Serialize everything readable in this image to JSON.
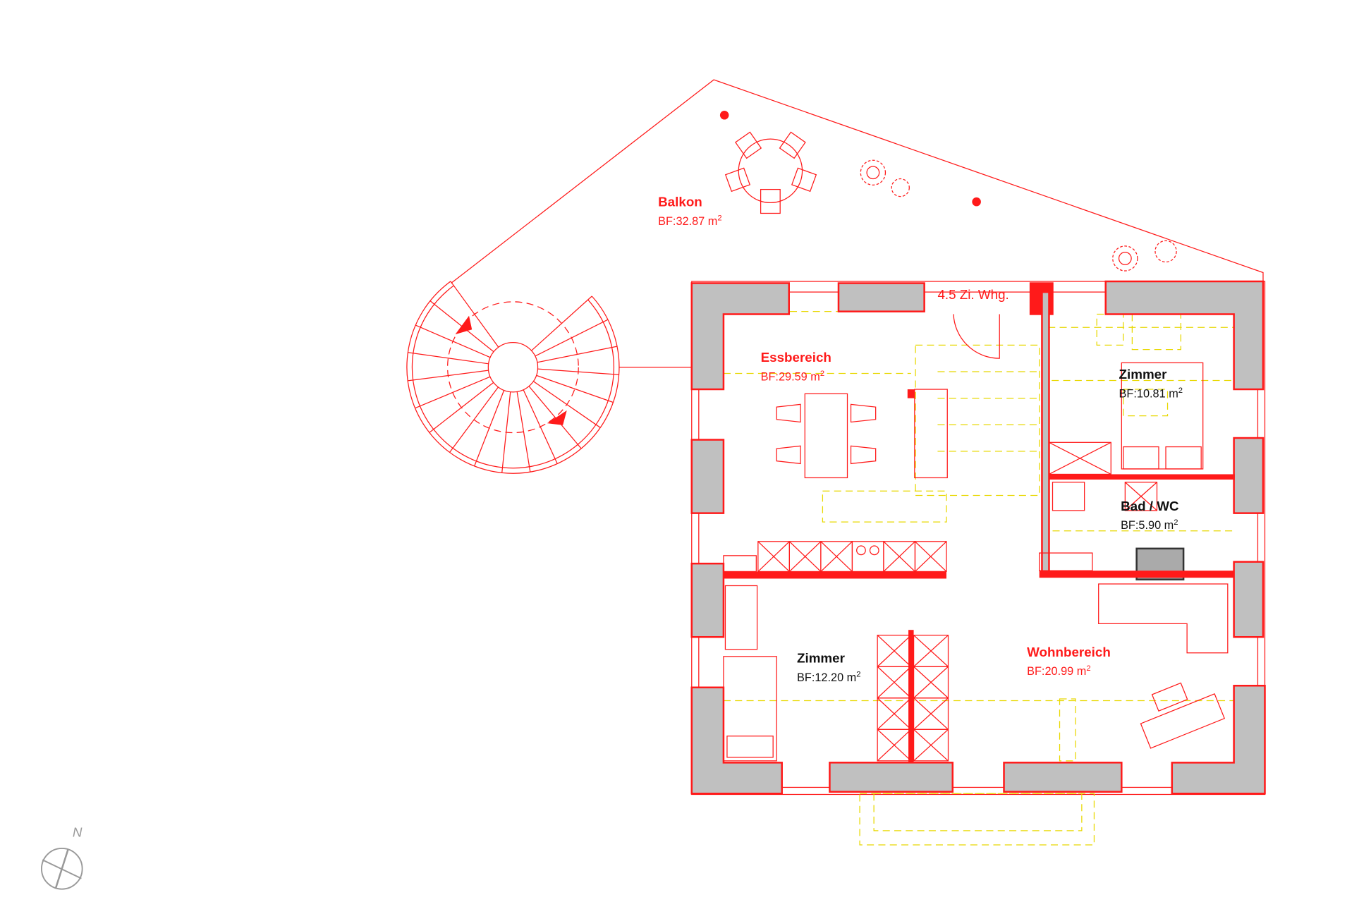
{
  "plan": {
    "unit_label": "4.5 Zi. Whg.",
    "north_label": "N",
    "rooms": [
      {
        "name": "Balkon",
        "area": "BF:32.87 m",
        "sup": "2"
      },
      {
        "name": "Essbereich",
        "area": "BF:29.59 m",
        "sup": "2"
      },
      {
        "name": "Zimmer",
        "area": "BF:10.81 m",
        "sup": "2"
      },
      {
        "name": "Bad / WC",
        "area": "BF:5.90 m",
        "sup": "2"
      },
      {
        "name": "Zimmer",
        "area": "BF:12.20 m",
        "sup": "2"
      },
      {
        "name": "Wohnbereich",
        "area": "BF:20.99 m",
        "sup": "2"
      }
    ],
    "colors": {
      "line": "#ff1a1a",
      "wall_fill": "#c0c0c0",
      "overlay": "#e8d800",
      "compass": "#999999"
    }
  }
}
